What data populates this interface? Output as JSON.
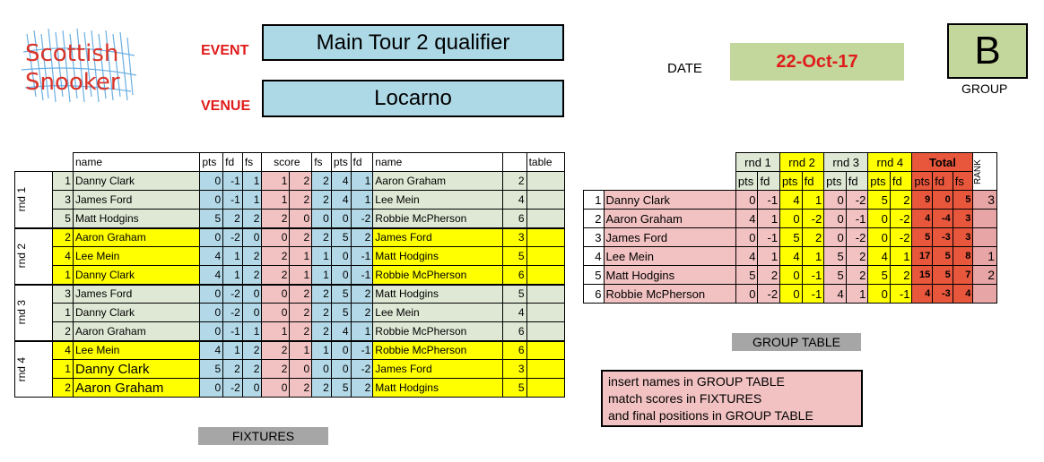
{
  "logo": {
    "line1": "Scottish",
    "line2": "Snooker"
  },
  "labels": {
    "event": "EVENT",
    "venue": "VENUE",
    "date": "DATE",
    "group": "GROUP"
  },
  "event": "Main Tour 2 qualifier",
  "venue": "Locarno",
  "date": "22-Oct-17",
  "group_letter": "B",
  "fixtures": {
    "headers": {
      "name": "name",
      "pts": "pts",
      "fd": "fd",
      "fs": "fs",
      "score": "score",
      "fs2": "fs",
      "pts2": "pts",
      "fd2": "fd",
      "name2": "name",
      "table": "table"
    },
    "rounds": [
      {
        "label": "rnd 1",
        "color": "green",
        "rows": [
          {
            "seed": "1",
            "p1": "Danny Clark",
            "pts": "0",
            "fd": "-1",
            "fs": "1",
            "s1": "1",
            "s2": "2",
            "fs2": "2",
            "pts2": "4",
            "fd2": "1",
            "p2": "Aaron Graham",
            "table": "2"
          },
          {
            "seed": "3",
            "p1": "James Ford",
            "pts": "0",
            "fd": "-1",
            "fs": "1",
            "s1": "1",
            "s2": "2",
            "fs2": "2",
            "pts2": "4",
            "fd2": "1",
            "p2": "Lee Mein",
            "table": "4"
          },
          {
            "seed": "5",
            "p1": "Matt Hodgins",
            "pts": "5",
            "fd": "2",
            "fs": "2",
            "s1": "2",
            "s2": "0",
            "fs2": "0",
            "pts2": "0",
            "fd2": "-2",
            "p2": "Robbie McPherson",
            "table": "6"
          }
        ]
      },
      {
        "label": "rnd 2",
        "color": "yellow",
        "rows": [
          {
            "seed": "2",
            "p1": "Aaron Graham",
            "pts": "0",
            "fd": "-2",
            "fs": "0",
            "s1": "0",
            "s2": "2",
            "fs2": "2",
            "pts2": "5",
            "fd2": "2",
            "p2": "James Ford",
            "table": "3"
          },
          {
            "seed": "4",
            "p1": "Lee Mein",
            "pts": "4",
            "fd": "1",
            "fs": "2",
            "s1": "2",
            "s2": "1",
            "fs2": "1",
            "pts2": "0",
            "fd2": "-1",
            "p2": "Matt Hodgins",
            "table": "5"
          },
          {
            "seed": "1",
            "p1": "Danny Clark",
            "pts": "4",
            "fd": "1",
            "fs": "2",
            "s1": "2",
            "s2": "1",
            "fs2": "1",
            "pts2": "0",
            "fd2": "-1",
            "p2": "Robbie McPherson",
            "table": "6"
          }
        ]
      },
      {
        "label": "rnd 3",
        "color": "green",
        "rows": [
          {
            "seed": "3",
            "p1": "James Ford",
            "pts": "0",
            "fd": "-2",
            "fs": "0",
            "s1": "0",
            "s2": "2",
            "fs2": "2",
            "pts2": "5",
            "fd2": "2",
            "p2": "Matt Hodgins",
            "table": "5"
          },
          {
            "seed": "1",
            "p1": "Danny Clark",
            "pts": "0",
            "fd": "-2",
            "fs": "0",
            "s1": "0",
            "s2": "2",
            "fs2": "2",
            "pts2": "5",
            "fd2": "2",
            "p2": "Lee Mein",
            "table": "4"
          },
          {
            "seed": "2",
            "p1": "Aaron Graham",
            "pts": "0",
            "fd": "-1",
            "fs": "1",
            "s1": "1",
            "s2": "2",
            "fs2": "2",
            "pts2": "4",
            "fd2": "1",
            "p2": "Robbie McPherson",
            "table": "6"
          }
        ]
      },
      {
        "label": "rnd 4",
        "color": "yellow",
        "rows": [
          {
            "seed": "4",
            "p1": "Lee Mein",
            "pts": "4",
            "fd": "1",
            "fs": "2",
            "s1": "2",
            "s2": "1",
            "fs2": "1",
            "pts2": "0",
            "fd2": "-1",
            "p2": "Robbie McPherson",
            "table": "6",
            "big": false
          },
          {
            "seed": "1",
            "p1": "Danny Clark",
            "pts": "5",
            "fd": "2",
            "fs": "2",
            "s1": "2",
            "s2": "0",
            "fs2": "0",
            "pts2": "0",
            "fd2": "-2",
            "p2": "James Ford",
            "table": "3",
            "big": true
          },
          {
            "seed": "2",
            "p1": "Aaron Graham",
            "pts": "0",
            "fd": "-2",
            "fs": "0",
            "s1": "0",
            "s2": "2",
            "fs2": "2",
            "pts2": "5",
            "fd2": "2",
            "p2": "Matt Hodgins",
            "table": "5",
            "big": true
          }
        ]
      }
    ],
    "caption": "FIXTURES"
  },
  "group_table": {
    "round_headers": [
      "rnd 1",
      "rnd 2",
      "rnd 3",
      "rnd 4"
    ],
    "total_header": "Total",
    "rank_header": "RANK",
    "sub_headers": {
      "pts": "pts",
      "fd": "fd",
      "fs": "fs"
    },
    "rows": [
      {
        "n": "1",
        "name": "Danny Clark",
        "r": [
          [
            "0",
            "-1"
          ],
          [
            "4",
            "1"
          ],
          [
            "0",
            "-2"
          ],
          [
            "5",
            "2"
          ]
        ],
        "pts": "9",
        "fd": "0",
        "fs": "5",
        "rank": "3"
      },
      {
        "n": "2",
        "name": "Aaron Graham",
        "r": [
          [
            "4",
            "1"
          ],
          [
            "0",
            "-2"
          ],
          [
            "0",
            "-1"
          ],
          [
            "0",
            "-2"
          ]
        ],
        "pts": "4",
        "fd": "-4",
        "fs": "3",
        "rank": ""
      },
      {
        "n": "3",
        "name": "James Ford",
        "r": [
          [
            "0",
            "-1"
          ],
          [
            "5",
            "2"
          ],
          [
            "0",
            "-2"
          ],
          [
            "0",
            "-2"
          ]
        ],
        "pts": "5",
        "fd": "-3",
        "fs": "3",
        "rank": ""
      },
      {
        "n": "4",
        "name": "Lee Mein",
        "r": [
          [
            "4",
            "1"
          ],
          [
            "4",
            "1"
          ],
          [
            "5",
            "2"
          ],
          [
            "4",
            "1"
          ]
        ],
        "pts": "17",
        "fd": "5",
        "fs": "8",
        "rank": "1"
      },
      {
        "n": "5",
        "name": "Matt Hodgins",
        "r": [
          [
            "5",
            "2"
          ],
          [
            "0",
            "-1"
          ],
          [
            "5",
            "2"
          ],
          [
            "5",
            "2"
          ]
        ],
        "pts": "15",
        "fd": "5",
        "fs": "7",
        "rank": "2"
      },
      {
        "n": "6",
        "name": "Robbie McPherson",
        "r": [
          [
            "0",
            "-2"
          ],
          [
            "0",
            "-1"
          ],
          [
            "4",
            "1"
          ],
          [
            "0",
            "-1"
          ]
        ],
        "pts": "4",
        "fd": "-3",
        "fs": "4",
        "rank": ""
      }
    ],
    "caption": "GROUP TABLE"
  },
  "instructions": [
    "insert names in GROUP TABLE",
    "match scores in FIXTURES",
    "and final positions in GROUP TABLE"
  ],
  "colors": {
    "green": "#dfe8d5",
    "yellow": "#ffff00",
    "blue": "#b3d9e8",
    "pink": "#f2c2c2",
    "total": "#e8563c",
    "date_bg": "#c3d69b",
    "group_bg": "#c3d69b"
  }
}
